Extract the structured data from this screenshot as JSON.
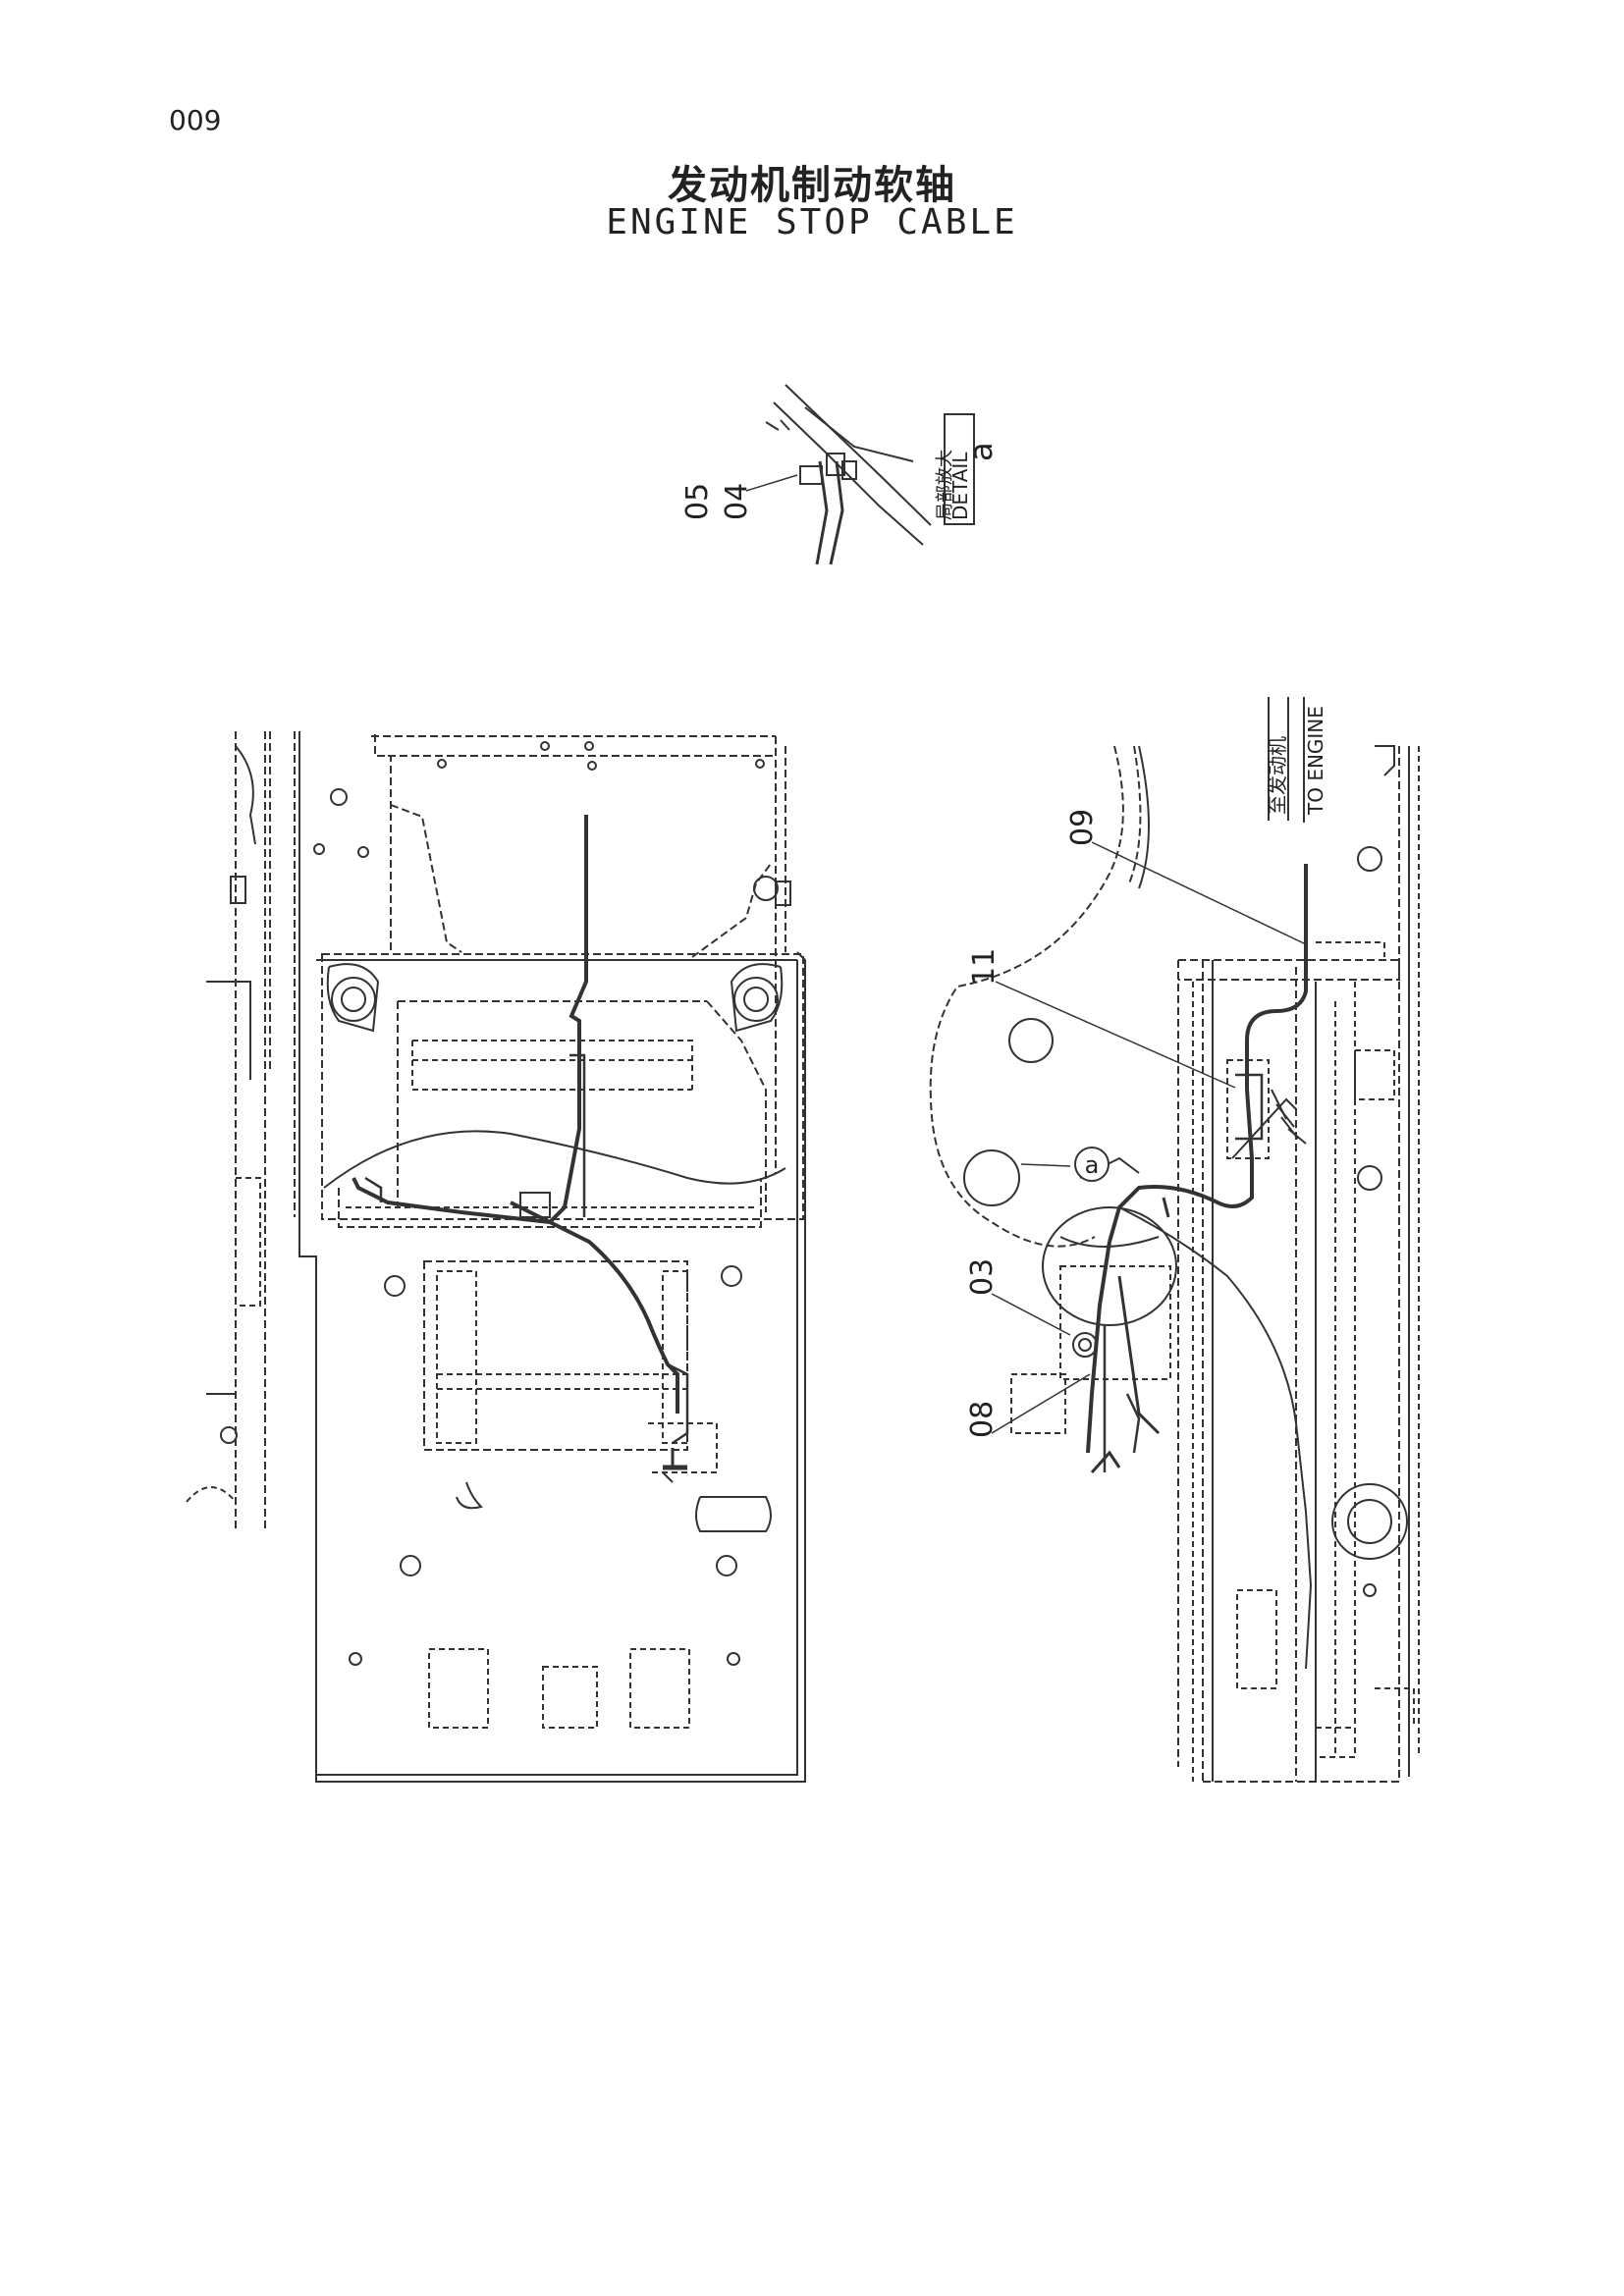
{
  "page": {
    "number": "009"
  },
  "title": {
    "chinese": "发动机制动软轴",
    "english": "ENGINE STOP CABLE"
  },
  "detail": {
    "label_cn": "局部放大",
    "label_en": "DETAIL",
    "letter": "a"
  },
  "parts": {
    "p05": "05",
    "p04": "04",
    "p11": "11",
    "p09": "09",
    "p03": "03",
    "p08": "08"
  },
  "to_engine": {
    "cn": "至发动机",
    "en": "TO ENGINE"
  },
  "callout_a": "a"
}
